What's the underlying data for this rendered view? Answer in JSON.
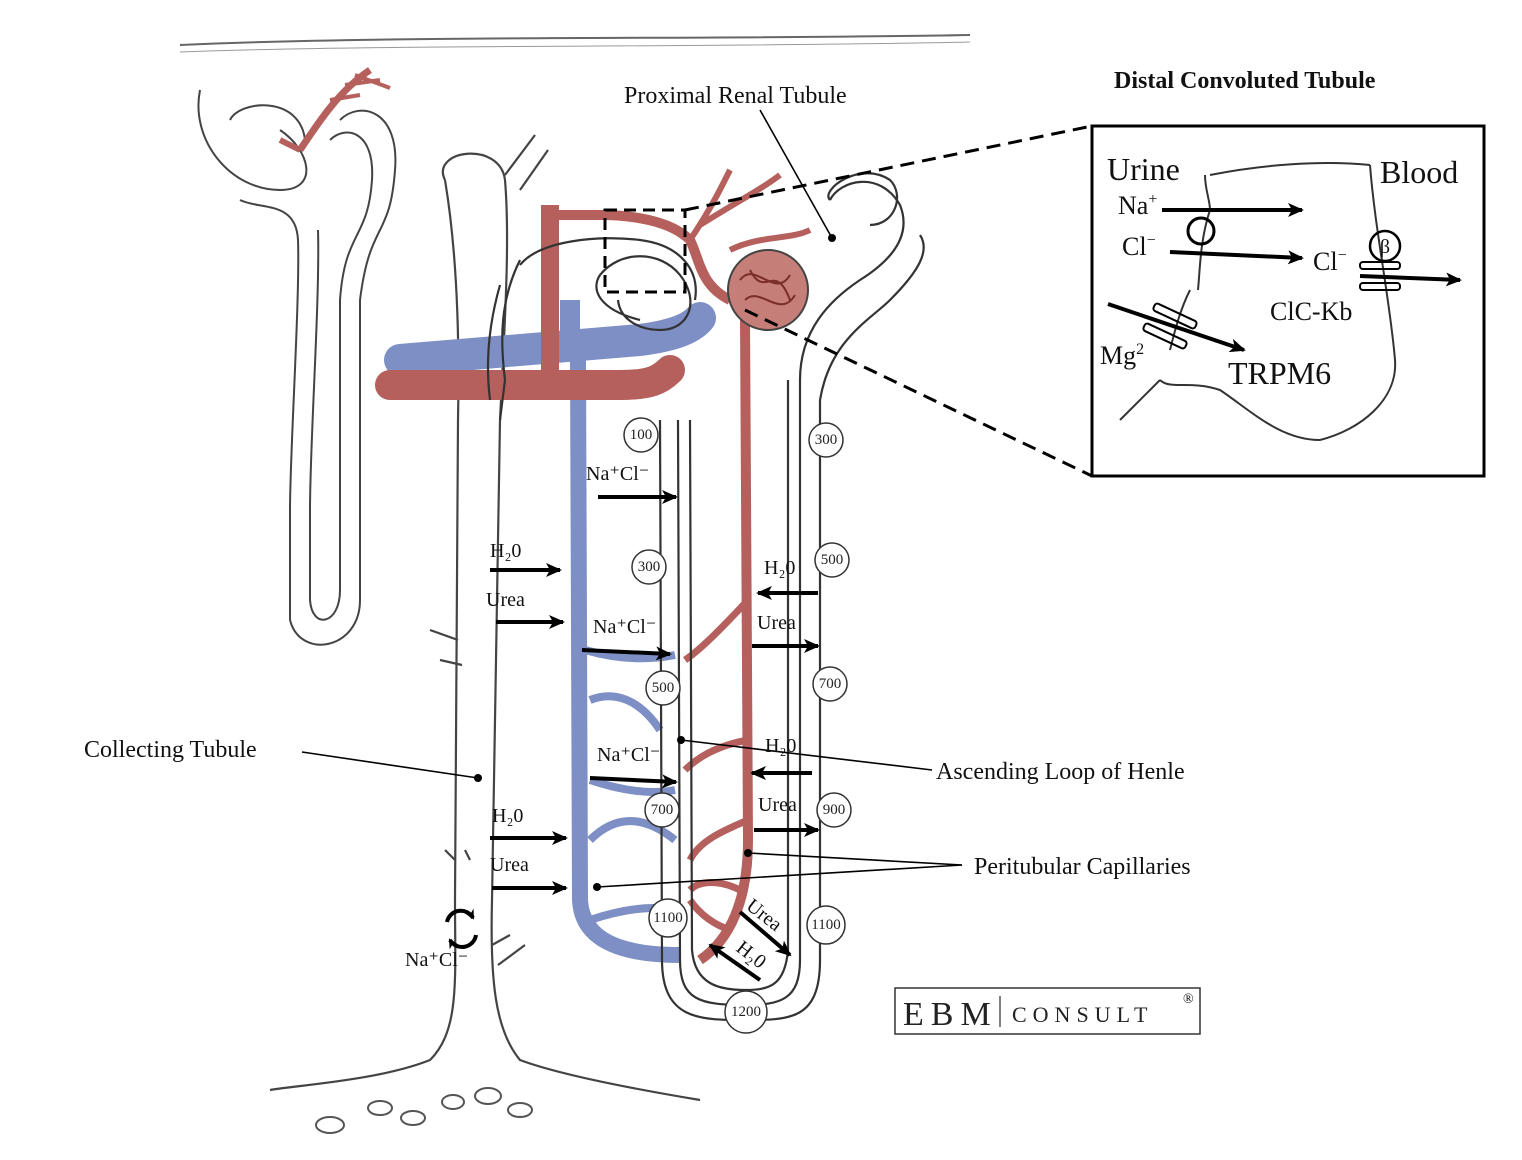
{
  "labels": {
    "proximal_tubule": "Proximal Renal Tubule",
    "collecting_tubule": "Collecting Tubule",
    "ascending_loop": "Ascending Loop of Henle",
    "peritubular": "Peritubular Capillaries"
  },
  "inset": {
    "title": "Distal Convoluted Tubule",
    "urine": "Urine",
    "blood": "Blood",
    "na": "Na",
    "na_sup": "+",
    "cl": "Cl",
    "cl_sup": "−",
    "cl_blood": "Cl",
    "cl_blood_sup": "−",
    "beta": "β",
    "clc": "ClC-Kb",
    "mg": "Mg",
    "mg_sup": "2",
    "trpm6": "TRPM6"
  },
  "transport": {
    "nacl": "Na⁺Cl⁻",
    "h2o": "H₂0",
    "urea": "Urea"
  },
  "osmolality": {
    "descending": [
      "100",
      "300",
      "500",
      "700",
      "1100"
    ],
    "ascending": [
      "300",
      "500",
      "700",
      "900",
      "1100"
    ],
    "bottom": "1200"
  },
  "brand": {
    "name": "EBM",
    "suffix": "CONSULT",
    "reg": "®"
  },
  "colors": {
    "artery": "#b5605c",
    "vein": "#7d8fc4",
    "outline": "#333333"
  }
}
